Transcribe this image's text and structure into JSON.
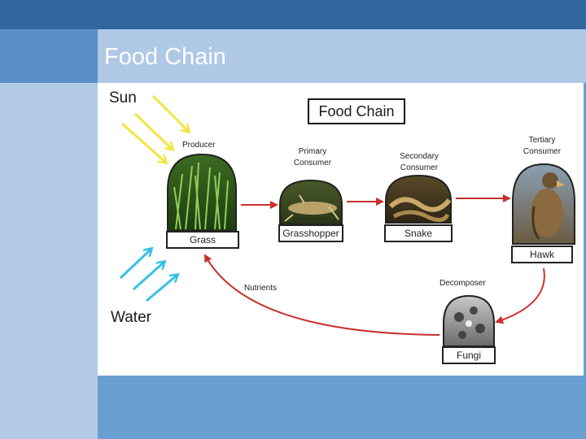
{
  "slide": {
    "title": "Food Chain"
  },
  "diagram": {
    "title": "Food Chain",
    "sun_label": "Sun",
    "water_label": "Water",
    "nutrients_label": "Nutrients",
    "producer": {
      "role": "Producer",
      "name": "Grass"
    },
    "primary": {
      "role_line1": "Primary",
      "role_line2": "Consumer",
      "name": "Grasshopper"
    },
    "secondary": {
      "role_line1": "Secondary",
      "role_line2": "Consumer",
      "name": "Snake"
    },
    "tertiary": {
      "role_line1": "Tertiary",
      "role_line2": "Consumer",
      "name": "Hawk"
    },
    "decomposer": {
      "role": "Decomposer",
      "name": "Fungi"
    }
  },
  "colors": {
    "header": "#31679f",
    "title_band": "#aec8e6",
    "sun_arrow": "#f2e640",
    "water_arrow": "#35c1e8",
    "flow_arrow": "#c8302c"
  },
  "icons": [
    "sun-ray-arrows",
    "water-arrows",
    "grass-image",
    "grasshopper-image",
    "snake-image",
    "hawk-image",
    "fungi-image"
  ]
}
